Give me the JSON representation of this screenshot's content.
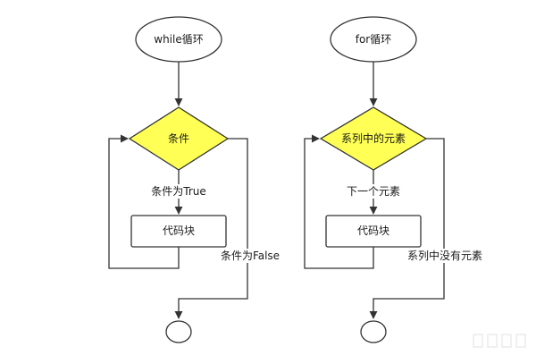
{
  "diagram": {
    "while_loop": {
      "start_label": "while循环",
      "condition_label": "条件",
      "true_label": "条件为True",
      "body_label": "代码块",
      "false_label": "条件为False"
    },
    "for_loop": {
      "start_label": "for循环",
      "condition_label": "系列中的元素",
      "next_label": "下一个元素",
      "body_label": "代码块",
      "exit_label": "系列中没有元素"
    },
    "colors": {
      "decision_fill": "#ffff55",
      "stroke": "#333333",
      "node_fill": "#ffffff"
    }
  }
}
